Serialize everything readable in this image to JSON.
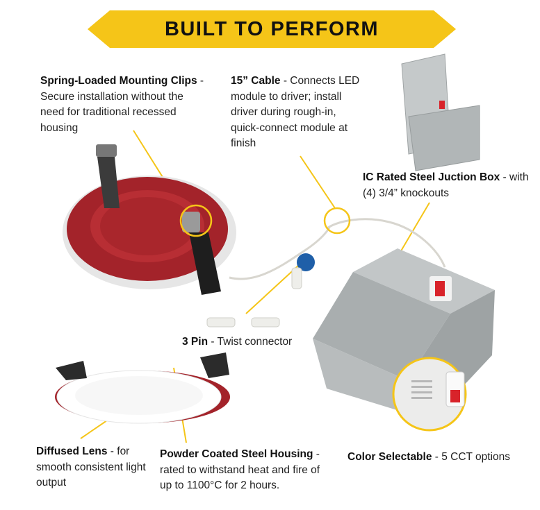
{
  "banner": {
    "title": "BUILT TO PERFORM",
    "color": "#f5c518"
  },
  "callouts": {
    "clips": {
      "title": "Spring-Loaded Mounting Clips",
      "body": " - Secure installation without the need for traditional recessed housing"
    },
    "cable": {
      "title": "15” Cable",
      "body": " - Connects LED module to driver; install driver during rough-in, quick-connect module at finish"
    },
    "junction": {
      "title": "IC Rated Steel Juction Box",
      "body": " - with (4) 3/4” knockouts"
    },
    "pin": {
      "title": "3 Pin",
      "body": " - Twist connector"
    },
    "lens": {
      "title": "Diffused Lens",
      "body": " - for smooth consistent light output"
    },
    "housing": {
      "title": "Powder Coated Steel Housing",
      "body": " - rated to withstand heat and fire of up to 1100°C for 2 hours."
    },
    "color": {
      "title": "Color Selectable",
      "body": " - 5 CCT options"
    }
  },
  "colors": {
    "accent": "#f5c518",
    "housing_red": "#a3232a",
    "box_gray": "#aeb3b4",
    "switch_red": "#d8232a"
  }
}
